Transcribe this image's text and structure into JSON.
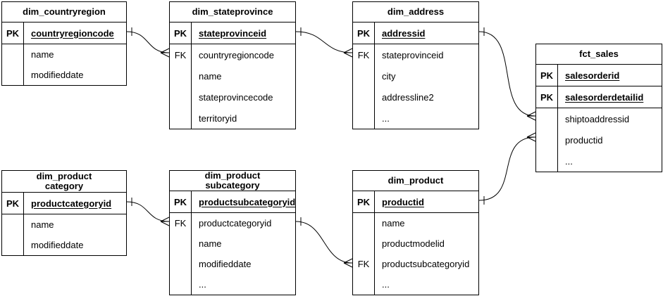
{
  "canvas": {
    "background": "#ffffff",
    "border_color": "#000000",
    "text_color": "#000000",
    "notation": "crow-foot"
  },
  "tables": {
    "countryregion": {
      "title": "dim_countryregion",
      "fields": [
        {
          "badge": "PK",
          "name": "countryregioncode"
        },
        {
          "badge": "",
          "name": "name"
        },
        {
          "badge": "",
          "name": "modifieddate"
        }
      ]
    },
    "stateprovince": {
      "title": "dim_stateprovince",
      "fields": [
        {
          "badge": "PK",
          "name": "stateprovinceid"
        },
        {
          "badge": "FK",
          "name": "countryregioncode"
        },
        {
          "badge": "",
          "name": "name"
        },
        {
          "badge": "",
          "name": "stateprovincecode"
        },
        {
          "badge": "",
          "name": "territoryid"
        }
      ]
    },
    "address": {
      "title": "dim_address",
      "fields": [
        {
          "badge": "PK",
          "name": "addressid"
        },
        {
          "badge": "FK",
          "name": "stateprovinceid"
        },
        {
          "badge": "",
          "name": "city"
        },
        {
          "badge": "",
          "name": "addressline2"
        },
        {
          "badge": "",
          "name": "..."
        }
      ]
    },
    "fct_sales": {
      "title": "fct_sales",
      "fields": [
        {
          "badge": "PK",
          "name": "salesorderid"
        },
        {
          "badge": "PK",
          "name": "salesorderdetailid"
        },
        {
          "badge": "",
          "name": "shiptoaddressid"
        },
        {
          "badge": "",
          "name": "productid"
        },
        {
          "badge": "",
          "name": "..."
        }
      ]
    },
    "productcategory": {
      "title": "dim_product\ncategory",
      "fields": [
        {
          "badge": "PK",
          "name": "productcategoryid"
        },
        {
          "badge": "",
          "name": "name"
        },
        {
          "badge": "",
          "name": "modifieddate"
        }
      ]
    },
    "productsubcategory": {
      "title": "dim_product\nsubcategory",
      "fields": [
        {
          "badge": "PK",
          "name": "productsubcategoryid"
        },
        {
          "badge": "FK",
          "name": "productcategoryid"
        },
        {
          "badge": "",
          "name": "name"
        },
        {
          "badge": "",
          "name": "modifieddate"
        },
        {
          "badge": "",
          "name": "..."
        }
      ]
    },
    "product": {
      "title": "dim_product",
      "fields": [
        {
          "badge": "PK",
          "name": "productid"
        },
        {
          "badge": "",
          "name": "name"
        },
        {
          "badge": "",
          "name": "productmodelid"
        },
        {
          "badge": "FK",
          "name": "productsubcategoryid"
        },
        {
          "badge": "",
          "name": "..."
        }
      ]
    }
  },
  "relations": [
    {
      "from_table": "dim_countryregion",
      "from_field": "countryregioncode",
      "to_table": "dim_stateprovince",
      "to_field": "countryregioncode",
      "cardinality": "one-to-many"
    },
    {
      "from_table": "dim_stateprovince",
      "from_field": "stateprovinceid",
      "to_table": "dim_address",
      "to_field": "stateprovinceid",
      "cardinality": "one-to-many"
    },
    {
      "from_table": "dim_address",
      "from_field": "addressid",
      "to_table": "fct_sales",
      "to_field": "shiptoaddressid",
      "cardinality": "one-to-many"
    },
    {
      "from_table": "dim_product",
      "from_field": "productid",
      "to_table": "fct_sales",
      "to_field": "productid",
      "cardinality": "one-to-many"
    },
    {
      "from_table": "dim_productcategory",
      "from_field": "productcategoryid",
      "to_table": "dim_productsubcategory",
      "to_field": "productcategoryid",
      "cardinality": "one-to-many"
    },
    {
      "from_table": "dim_productsubcategory",
      "from_field": "productsubcategoryid",
      "to_table": "dim_product",
      "to_field": "productsubcategoryid",
      "cardinality": "one-to-many"
    }
  ]
}
